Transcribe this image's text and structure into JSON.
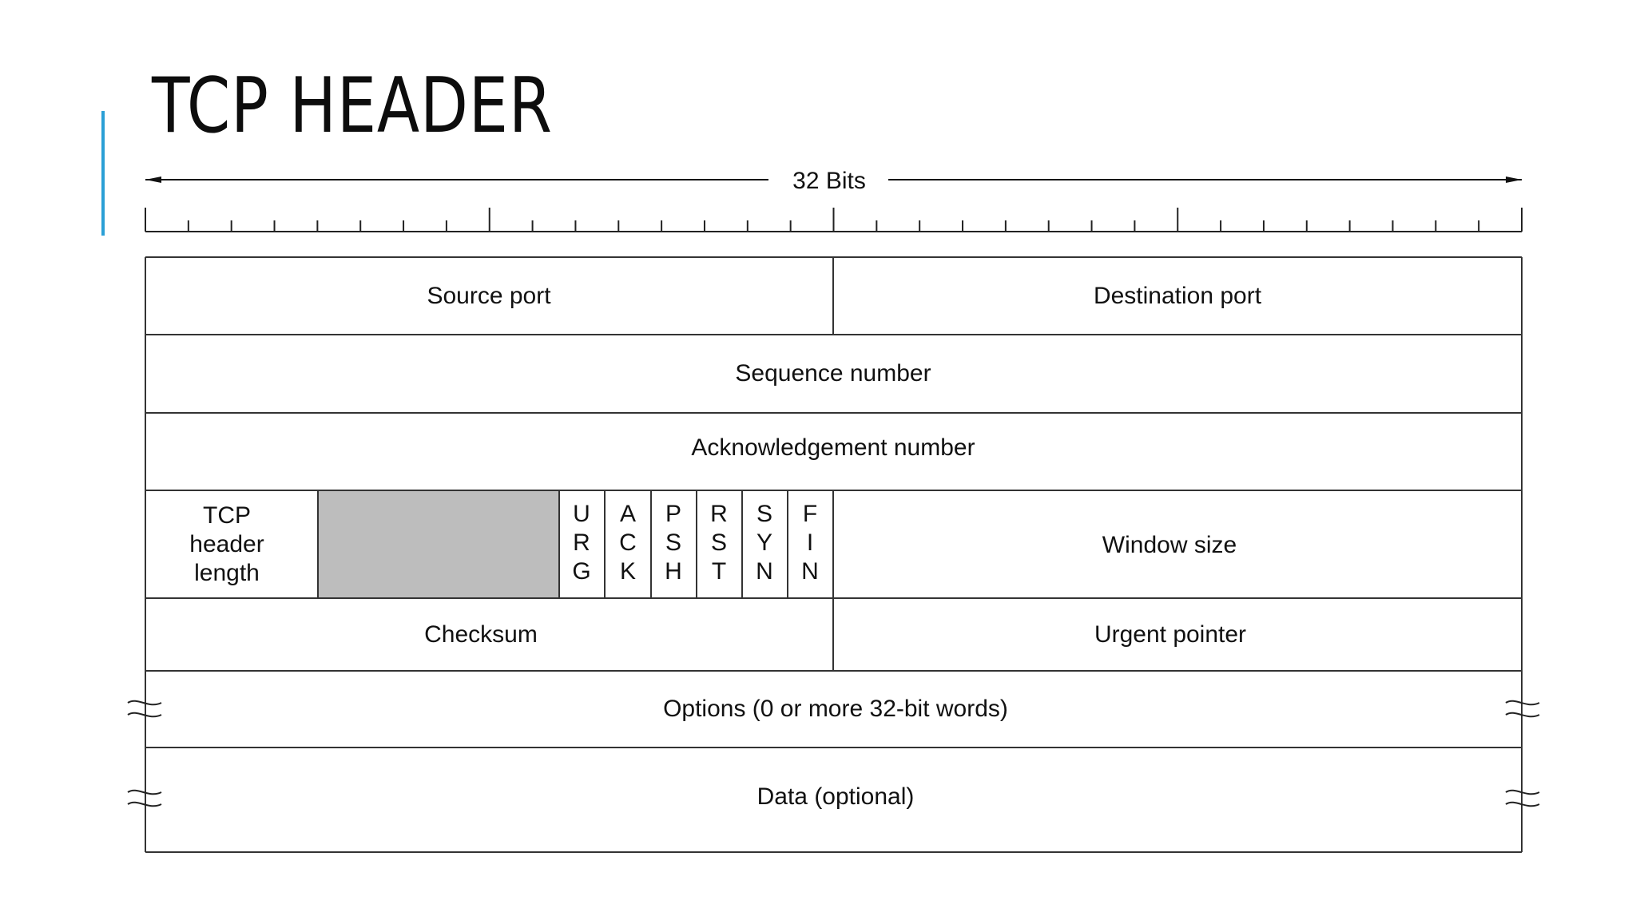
{
  "slide": {
    "title": "TCP HEADER",
    "accent_color": "#2a9fd6"
  },
  "diagram": {
    "width_label": "32 Bits",
    "row1": {
      "source_port": "Source port",
      "destination_port": "Destination port"
    },
    "row2": {
      "sequence_number": "Sequence number"
    },
    "row3": {
      "ack_number": "Acknowledgement number"
    },
    "row4": {
      "header_length": [
        "TCP",
        "header",
        "length"
      ],
      "reserved_fill": "#bdbdbd",
      "flags": [
        [
          "U",
          "R",
          "G"
        ],
        [
          "A",
          "C",
          "K"
        ],
        [
          "P",
          "S",
          "H"
        ],
        [
          "R",
          "S",
          "T"
        ],
        [
          "S",
          "Y",
          "N"
        ],
        [
          "F",
          "I",
          "N"
        ]
      ],
      "window_size": "Window size"
    },
    "row5": {
      "checksum": "Checksum",
      "urgent_pointer": "Urgent pointer"
    },
    "row6": {
      "options": "Options (0 or more 32-bit words)"
    },
    "row7": {
      "data": "Data (optional)"
    }
  }
}
